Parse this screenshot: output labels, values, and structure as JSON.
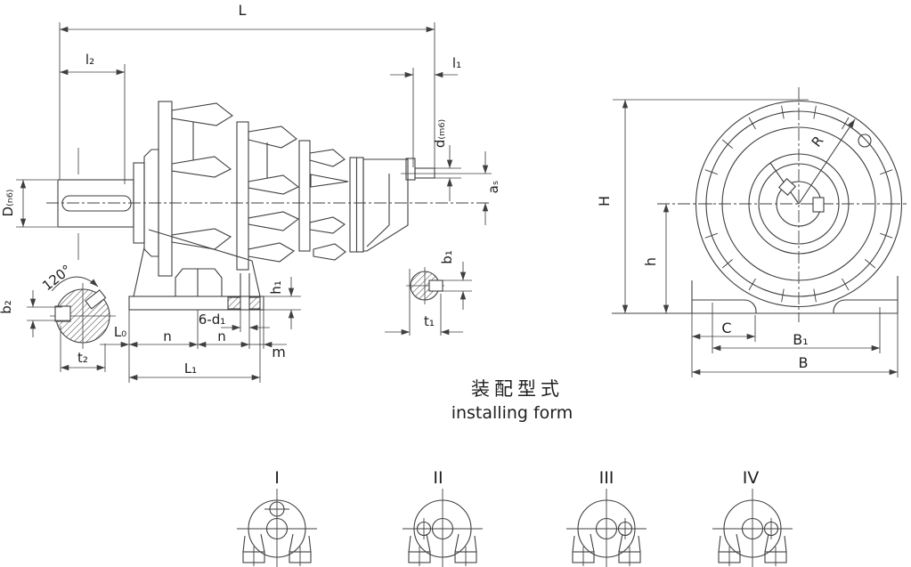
{
  "page": {
    "background": "#ffffff",
    "line_color": "#3f3f3f",
    "text_color": "#1f1f1f"
  },
  "side_view": {
    "labels": {
      "L": "L",
      "l2": "l₂",
      "l1": "l₁",
      "D": "D₍ₙ₆₎",
      "d": "d₍ₘ₆₎",
      "a_s": "aₛ",
      "angle": "120°",
      "b2": "b₂",
      "t2": "t₂",
      "L0": "L₀",
      "n_left": "n",
      "n_right": "n",
      "holes": "6-d₁",
      "m": "m",
      "L1": "L₁",
      "h1": "h₁",
      "b1": "b₁",
      "t1": "t₁"
    }
  },
  "front_view": {
    "labels": {
      "H": "H",
      "h": "h",
      "R": "R",
      "C": "C",
      "B1": "B₁",
      "B": "B"
    }
  },
  "caption": {
    "zh": "装配型式",
    "en": "installing form"
  },
  "installing_forms": [
    {
      "label": "I",
      "input_shaft_position": "above-output"
    },
    {
      "label": "II",
      "input_shaft_position": "left-of-output"
    },
    {
      "label": "III",
      "input_shaft_position": "right-of-output"
    },
    {
      "label": "IV",
      "input_shaft_position": "right-of-output"
    }
  ]
}
